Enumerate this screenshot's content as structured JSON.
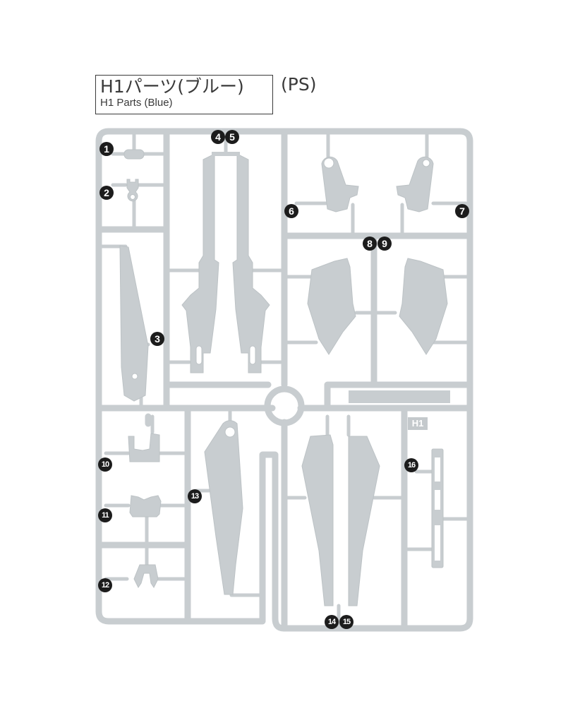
{
  "header": {
    "title_jp": "H1パーツ(ブルー)",
    "title_en": "H1 Parts (Blue)",
    "material": "(PS)"
  },
  "runner": {
    "id_tag": "H1",
    "colors": {
      "plastic": "#c8cdd0",
      "plastic_shadow": "#bcc2c5",
      "badge": "#1c1c1c",
      "badge_text": "#ffffff",
      "outline": "#3a3a3a"
    },
    "part_labels": [
      {
        "id": "p1",
        "label": "1"
      },
      {
        "id": "p2",
        "label": "2"
      },
      {
        "id": "p3",
        "label": "3"
      },
      {
        "id": "p4",
        "label": "4"
      },
      {
        "id": "p5",
        "label": "5"
      },
      {
        "id": "p6",
        "label": "6"
      },
      {
        "id": "p7",
        "label": "7"
      },
      {
        "id": "p8",
        "label": "8"
      },
      {
        "id": "p9",
        "label": "9"
      },
      {
        "id": "p10",
        "label": "10"
      },
      {
        "id": "p11",
        "label": "11"
      },
      {
        "id": "p12",
        "label": "12"
      },
      {
        "id": "p13",
        "label": "13"
      },
      {
        "id": "p14",
        "label": "14"
      },
      {
        "id": "p15",
        "label": "15"
      },
      {
        "id": "p16",
        "label": "16"
      }
    ]
  }
}
